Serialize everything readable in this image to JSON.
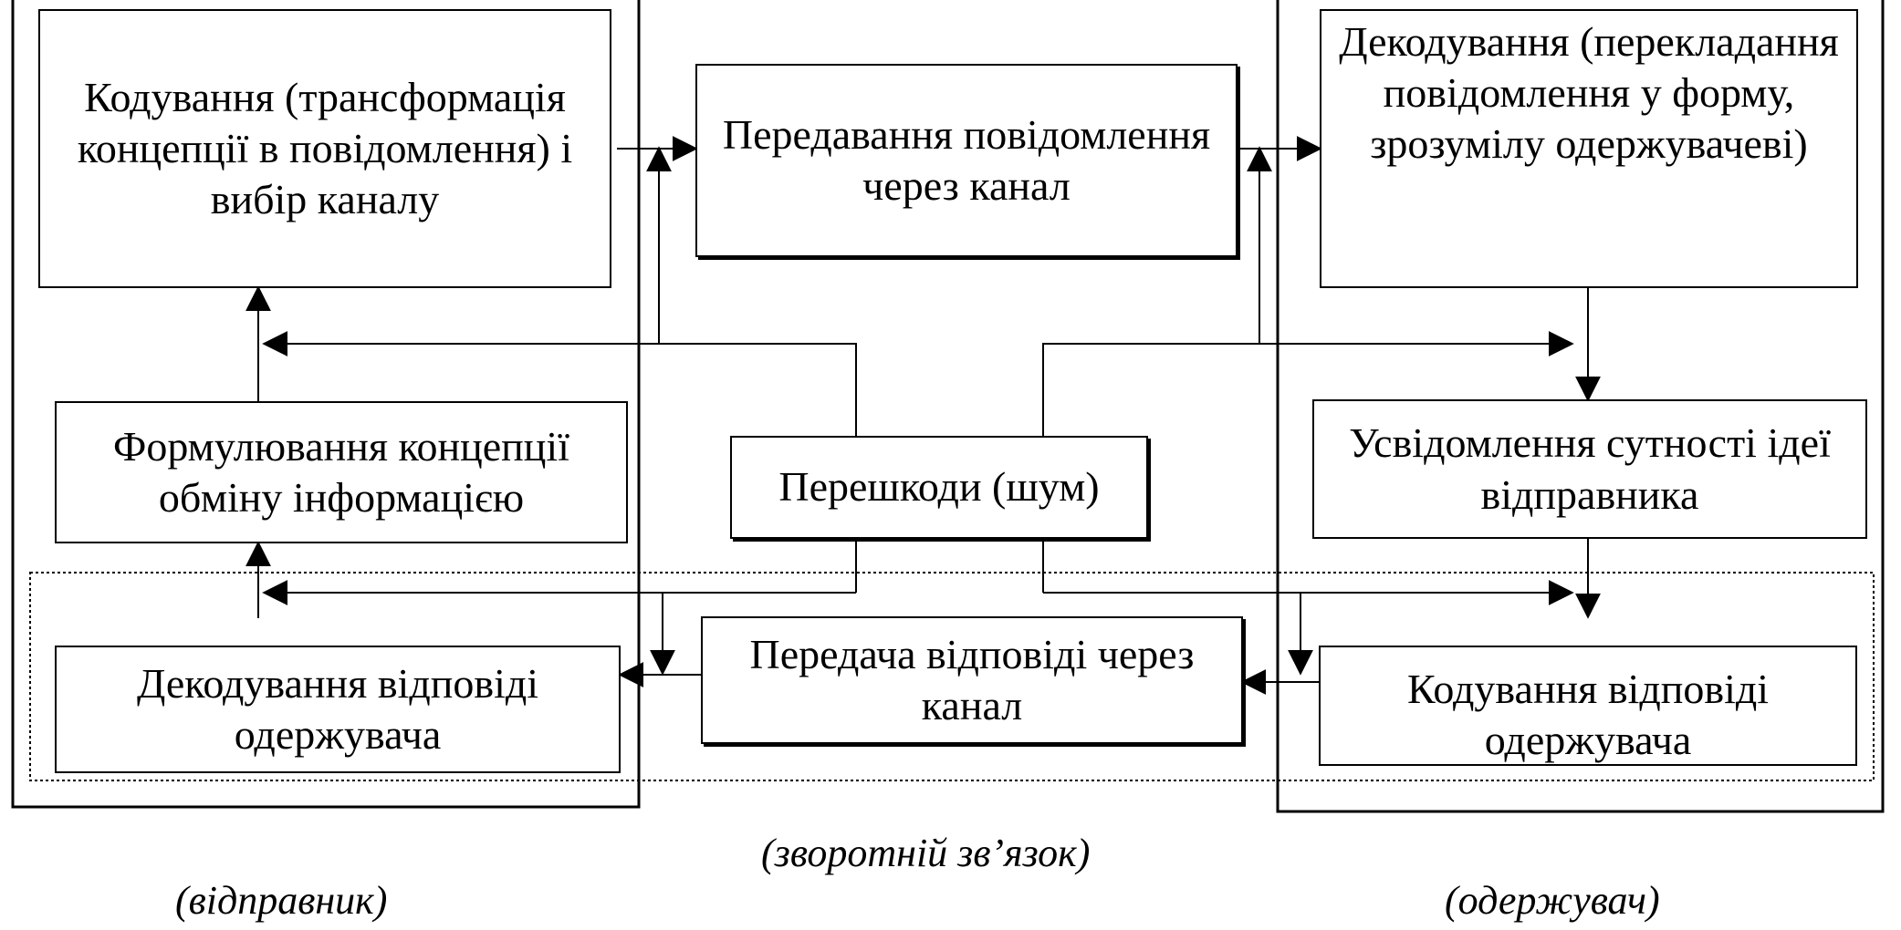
{
  "boxes": {
    "encoding": "Кодування (трансформація концепції в повідомлення) і вибір каналу",
    "transmission": "Передавання повідомлення через канал",
    "decoding": "Декодування (перекладання повідомлення у форму, зрозумілу одержувачеві)",
    "formulation": "Формулювання концепції обміну інформацією",
    "noise": "Перешкоди (шум)",
    "understanding": "Усвідомлення сутності ідеї відправника",
    "response_transfer": "Передача відповіді через канал",
    "response_decoding": "Декодування відповіді одержувача",
    "response_encoding": "Кодування відповіді одержувача"
  },
  "captions": {
    "feedback": "(зворотній зв’язок)",
    "sender": "(відправник)",
    "receiver": "(одержувач)"
  },
  "colors": {
    "line": "#000000",
    "background": "#ffffff"
  }
}
